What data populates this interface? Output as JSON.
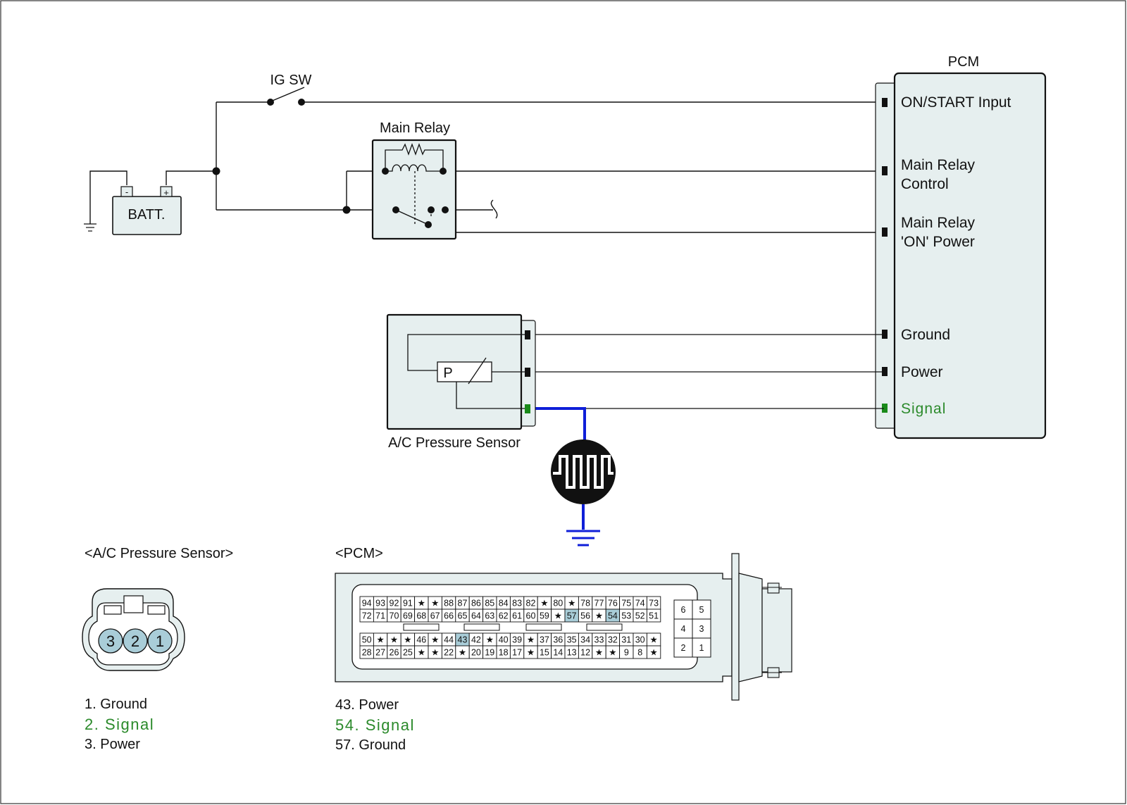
{
  "colors": {
    "wire": "#111111",
    "signal_text": "#2b8a2b",
    "signal_wire": "#0f1fd8",
    "pin_signal": "#1a8a1a",
    "box_fill": "#e6efef",
    "pin_highlight": "#a9cdd8"
  },
  "labels": {
    "pcm": "PCM",
    "ig_sw": "IG SW",
    "main_relay": "Main Relay",
    "batt": "BATT.",
    "batt_neg": "-",
    "batt_pos": "+",
    "sensor": "A/C Pressure Sensor",
    "sensor_element": "P"
  },
  "pcm_inputs": [
    {
      "line1": "ON/START Input",
      "line2": ""
    },
    {
      "line1": "Main Relay",
      "line2": "Control"
    },
    {
      "line1": "Main Relay",
      "line2": "'ON' Power"
    },
    {
      "line1": "Ground",
      "line2": ""
    },
    {
      "line1": "Power",
      "line2": ""
    },
    {
      "line1": "Signal",
      "line2": ""
    }
  ],
  "oscilloscope_icon": "square-wave-icon",
  "connectors": {
    "sensor": {
      "title": "<A/C Pressure Sensor>",
      "pins": [
        "3",
        "2",
        "1"
      ],
      "legend": [
        "1. Ground",
        "2. Signal",
        "3. Power"
      ]
    },
    "pcm": {
      "title": "<PCM>",
      "row1": [
        "94",
        "93",
        "92",
        "91",
        "★",
        "★",
        "88",
        "87",
        "86",
        "85",
        "84",
        "83",
        "82",
        "★",
        "80",
        "★",
        "78",
        "77",
        "76",
        "75",
        "74",
        "73"
      ],
      "row2": [
        "72",
        "71",
        "70",
        "69",
        "68",
        "67",
        "66",
        "65",
        "64",
        "63",
        "62",
        "61",
        "60",
        "59",
        "★",
        "57",
        "56",
        "★",
        "54",
        "53",
        "52",
        "51"
      ],
      "row3": [
        "50",
        "★",
        "★",
        "★",
        "46",
        "★",
        "44",
        "43",
        "42",
        "★",
        "40",
        "39",
        "★",
        "37",
        "36",
        "35",
        "34",
        "33",
        "32",
        "31",
        "30",
        "★"
      ],
      "row4": [
        "28",
        "27",
        "26",
        "25",
        "★",
        "★",
        "22",
        "★",
        "20",
        "19",
        "18",
        "17",
        "★",
        "15",
        "14",
        "13",
        "12",
        "★",
        "★",
        "9",
        "8",
        "★"
      ],
      "small_block": [
        "6",
        "5",
        "4",
        "3",
        "2",
        "1"
      ],
      "highlighted": [
        "57",
        "54",
        "43"
      ],
      "legend": [
        "43. Power",
        "54. Signal",
        "57. Ground"
      ]
    }
  }
}
